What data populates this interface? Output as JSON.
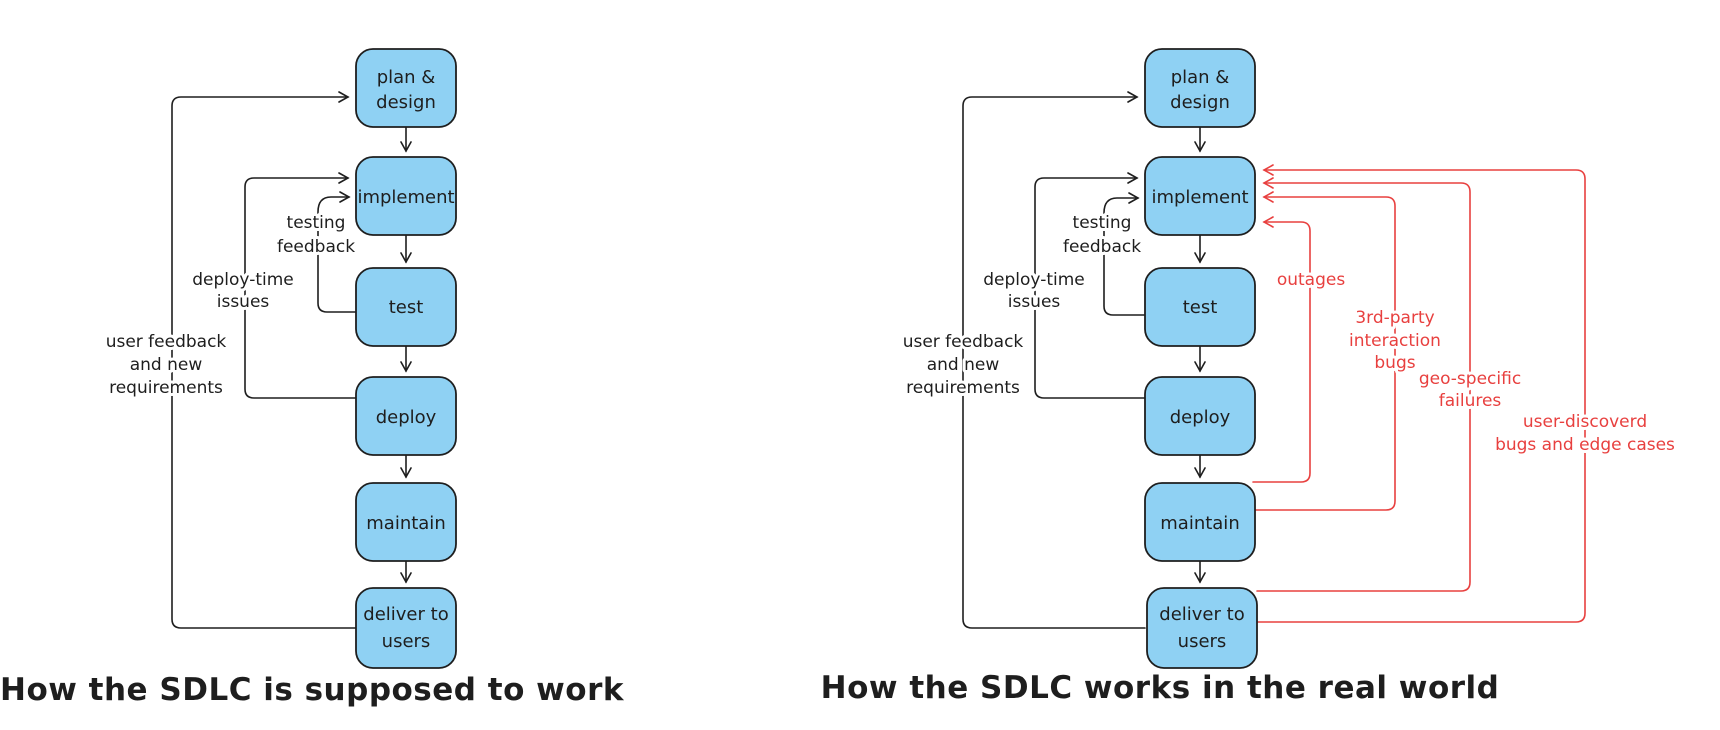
{
  "colors": {
    "node_fill": "#8fd1f3",
    "node_stroke": "#1e1e1e",
    "black_line": "#1e1e1e",
    "red_line": "#e8403f",
    "text_dark": "#1e1e1e",
    "text_red": "#e8403f",
    "background": "#ffffff"
  },
  "left_diagram": {
    "caption": "How the SDLC is supposed to work",
    "nodes": {
      "plan_design": [
        "plan &",
        "design"
      ],
      "implement": [
        "implement"
      ],
      "test": [
        "test"
      ],
      "deploy": [
        "deploy"
      ],
      "maintain": [
        "maintain"
      ],
      "deliver": [
        "deliver to",
        "users"
      ]
    },
    "edge_labels": {
      "testing_feedback": [
        "testing",
        "feedback"
      ],
      "deploy_time": [
        "deploy-time",
        "issues"
      ],
      "user_feedback": [
        "user feedback",
        "and new",
        "requirements"
      ]
    }
  },
  "right_diagram": {
    "caption": "How the SDLC works in the real world",
    "nodes": {
      "plan_design": [
        "plan &",
        "design"
      ],
      "implement": [
        "implement"
      ],
      "test": [
        "test"
      ],
      "deploy": [
        "deploy"
      ],
      "maintain": [
        "maintain"
      ],
      "deliver": [
        "deliver to",
        "users"
      ]
    },
    "edge_labels": {
      "testing_feedback": [
        "testing",
        "feedback"
      ],
      "deploy_time": [
        "deploy-time",
        "issues"
      ],
      "user_feedback": [
        "user feedback",
        "and new",
        "requirements"
      ]
    },
    "failure_labels": {
      "outages": [
        "outages"
      ],
      "third_party": [
        "3rd-party",
        "interaction",
        "bugs"
      ],
      "geo_specific": [
        "geo-specific",
        "failures"
      ],
      "user_discovered": [
        "user-discoverd",
        "bugs and edge cases"
      ]
    }
  }
}
